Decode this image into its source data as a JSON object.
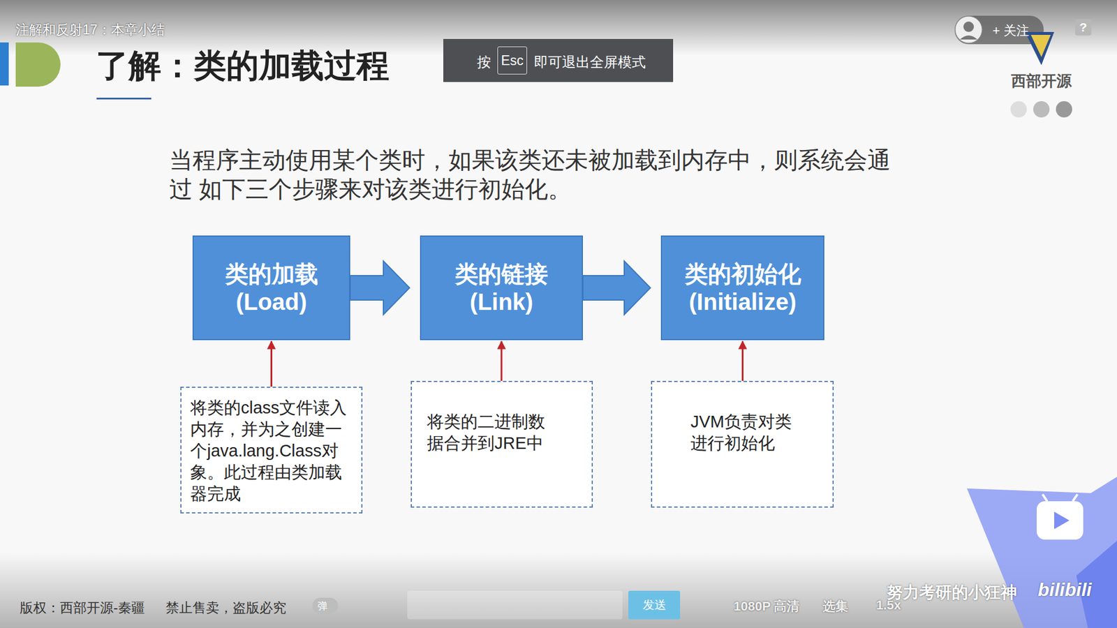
{
  "diagram": {
    "title": "了解：类的加载过程",
    "nodes": [
      {
        "text": [
          "类的加载",
          "(Load)"
        ]
      },
      {
        "text": [
          "类的链接",
          "(Link)"
        ]
      },
      {
        "text": [
          "类的初始化",
          "(Initialize)"
        ]
      },
      {
        "text": [
          "将类的class文件读入内存，并为之创建一个java.lang.Class对象。此过程由类加载器完成"
        ]
      },
      {
        "text": [
          "将类的二进制数据合并到JRE中"
        ]
      },
      {
        "text": [
          "JVM负责对类进行初始化"
        ]
      }
    ],
    "edges": [
      {
        "from": 0,
        "to": 1,
        "arrow": "to"
      },
      {
        "from": 1,
        "to": 2,
        "arrow": "to"
      },
      {
        "from": 3,
        "to": 0,
        "arrow": "to"
      },
      {
        "from": 4,
        "to": 1,
        "arrow": "to"
      },
      {
        "from": 5,
        "to": 2,
        "arrow": "to"
      }
    ],
    "labels": [
      "注解和反射17：本章小结",
      "按",
      "Esc",
      "即可退出全屏模式",
      "+ 关注",
      "?",
      "西部开源",
      "当程序主动使用某个类时，如果该类还未被加载到内存中，则系统会通过 如下三个步骤来对该类进行初始化。",
      "版权：西部开源-秦疆",
      "禁止售卖，盗版必究",
      "弹",
      "发送",
      "1080P 高清",
      "选集",
      "1.5x",
      "努力考研的小狂神",
      "bilibili"
    ]
  }
}
